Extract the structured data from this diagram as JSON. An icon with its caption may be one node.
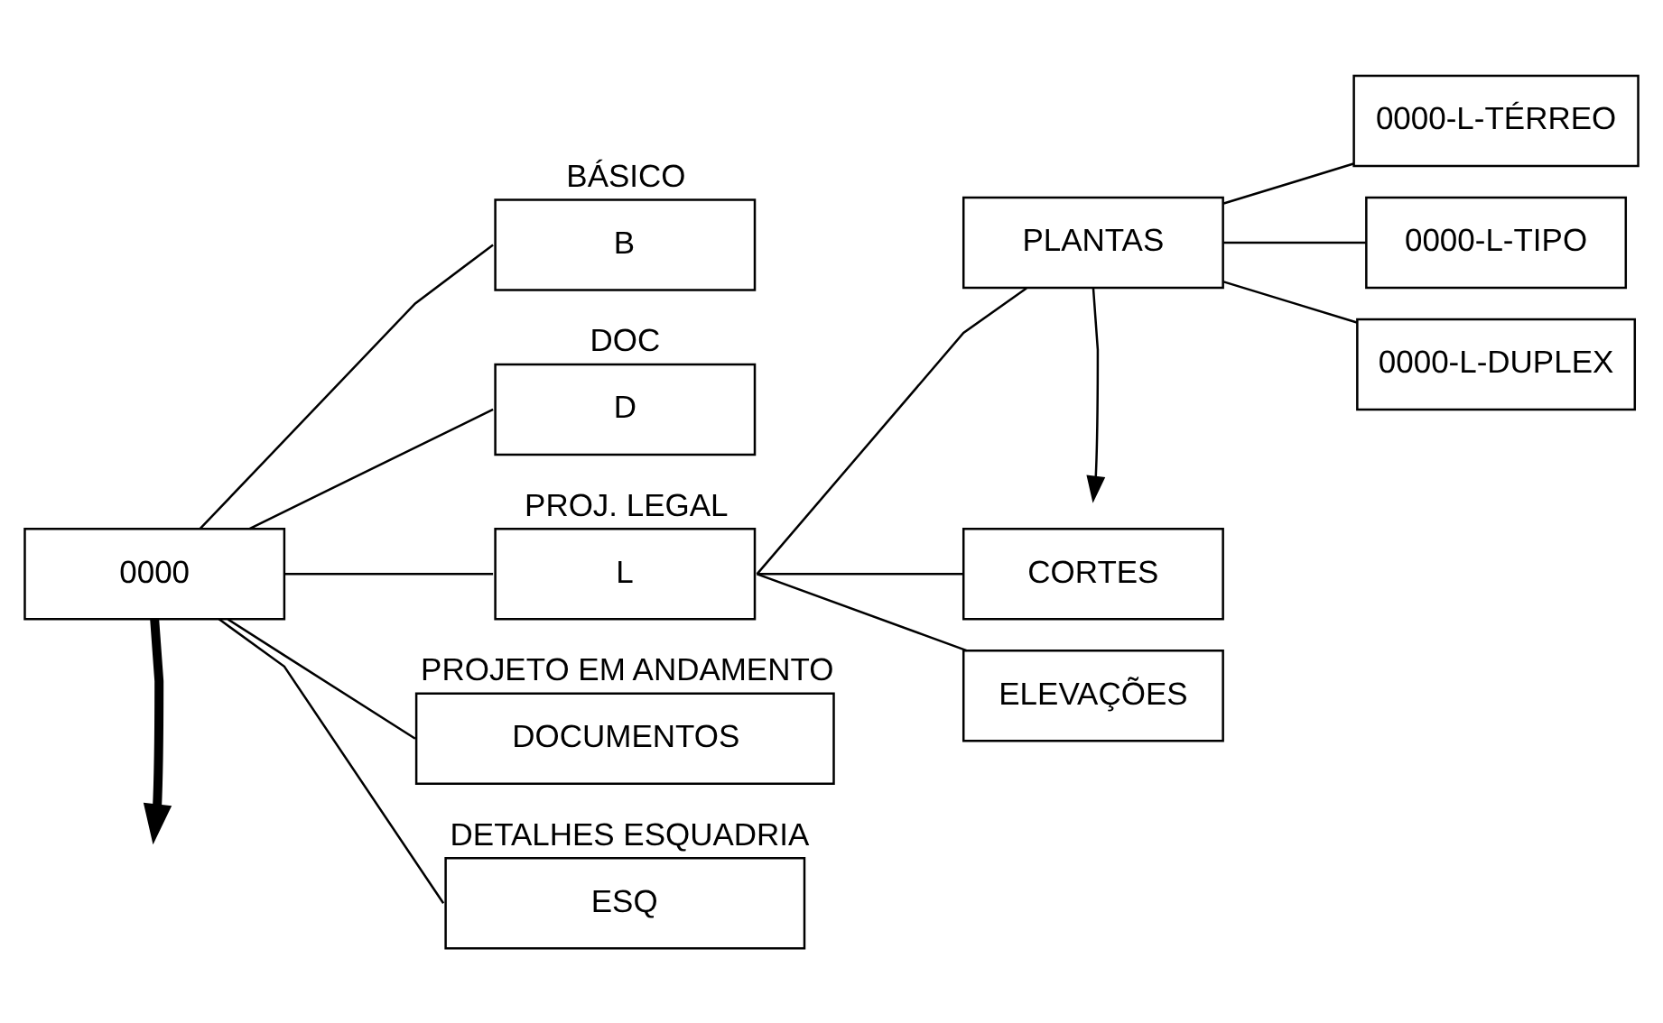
{
  "diagram": {
    "nodes": [
      {
        "text": [
          "0000"
        ]
      },
      {
        "text": [
          "B"
        ],
        "beside": [
          "BÁSICO"
        ]
      },
      {
        "text": [
          "D"
        ],
        "beside": [
          "DOC"
        ]
      },
      {
        "text": [
          "L"
        ],
        "beside": [
          "PROJ. LEGAL"
        ]
      },
      {
        "text": [
          "DOCUMENTOS"
        ],
        "beside": [
          "PROJETO EM ANDAMENTO"
        ]
      },
      {
        "text": [
          "ESQ"
        ],
        "beside": [
          "DETALHES ESQUADRIA"
        ]
      },
      {
        "text": [
          "PLANTAS"
        ]
      },
      {
        "text": [
          "CORTES"
        ]
      },
      {
        "text": [
          "ELEVAÇÕES"
        ]
      },
      {
        "text": [
          "0000-L-TÉRREO"
        ]
      },
      {
        "text": [
          "0000-L-TIPO"
        ]
      },
      {
        "text": [
          "0000-L-DUPLEX"
        ]
      }
    ],
    "edges": [
      {
        "from": 0,
        "to": null,
        "arrow": "to",
        "style": "thick"
      },
      {
        "from": 0,
        "to": 1,
        "arrow": "none"
      },
      {
        "from": 0,
        "to": 2,
        "arrow": "none"
      },
      {
        "from": 0,
        "to": 3,
        "arrow": "none"
      },
      {
        "from": 0,
        "to": 4,
        "arrow": "none"
      },
      {
        "from": 0,
        "to": 5,
        "arrow": "none"
      },
      {
        "from": 3,
        "to": 6,
        "arrow": "none"
      },
      {
        "from": 3,
        "to": 7,
        "arrow": "none"
      },
      {
        "from": 3,
        "to": 8,
        "arrow": "none"
      },
      {
        "from": 6,
        "to": null,
        "arrow": "to"
      },
      {
        "from": 6,
        "to": 9,
        "arrow": "none"
      },
      {
        "from": 6,
        "to": 10,
        "arrow": "none"
      },
      {
        "from": 6,
        "to": 11,
        "arrow": "none"
      }
    ]
  }
}
